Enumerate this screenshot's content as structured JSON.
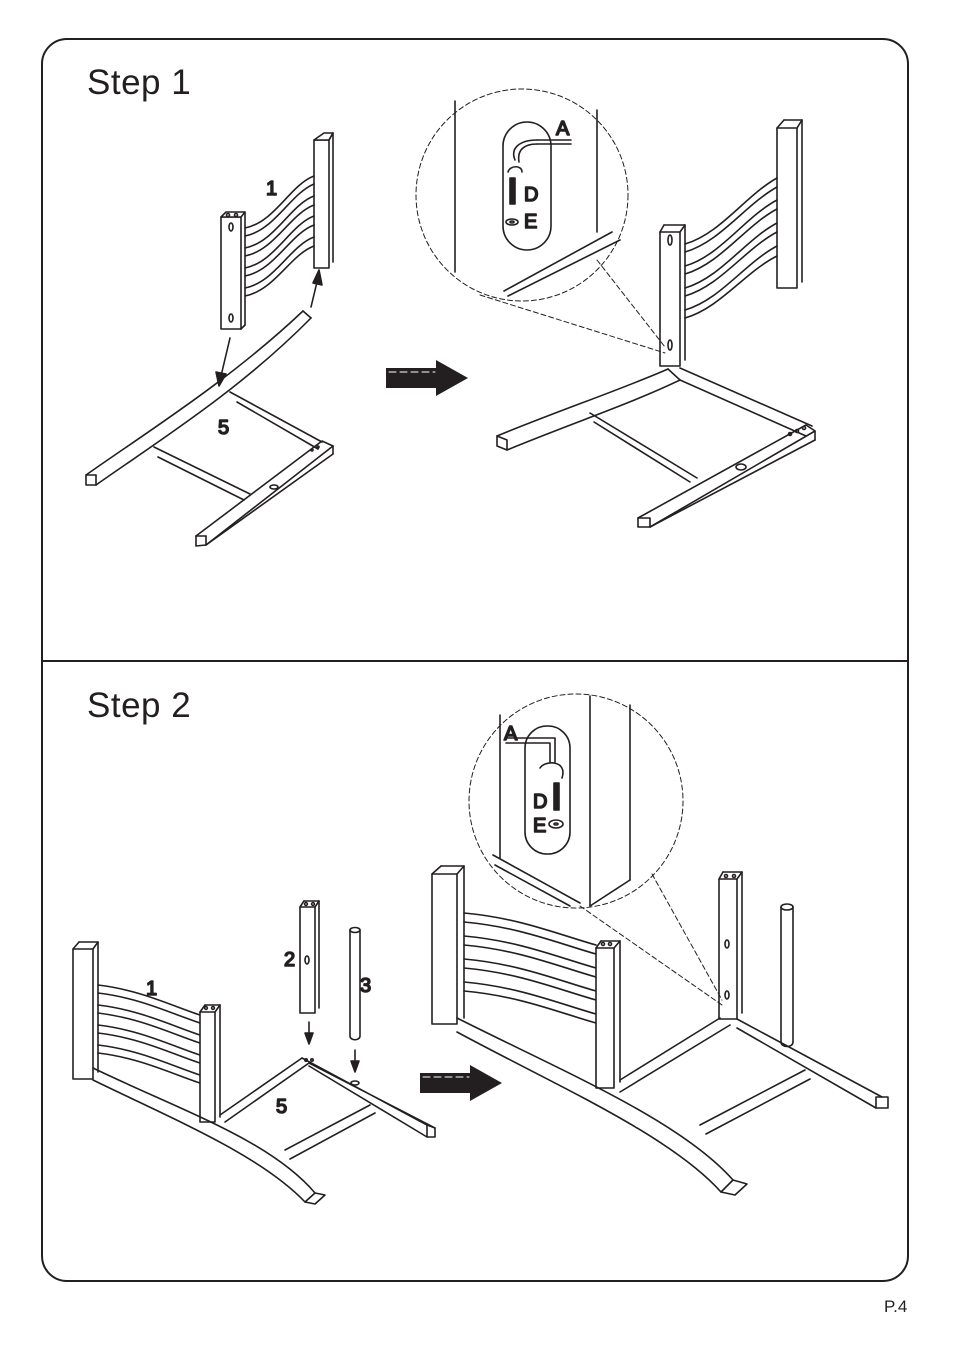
{
  "steps": [
    {
      "title": "Step  1",
      "part_labels": {
        "back": "1",
        "frame": "5"
      },
      "detail_labels": {
        "wrench": "A",
        "bolt": "D",
        "washer": "E"
      }
    },
    {
      "title": "Step  2",
      "part_labels": {
        "back": "1",
        "leg": "2",
        "post": "3",
        "frame": "5"
      },
      "detail_labels": {
        "wrench": "A",
        "bolt": "D",
        "washer": "E"
      }
    }
  ],
  "footer": {
    "page_number": "P.4"
  }
}
